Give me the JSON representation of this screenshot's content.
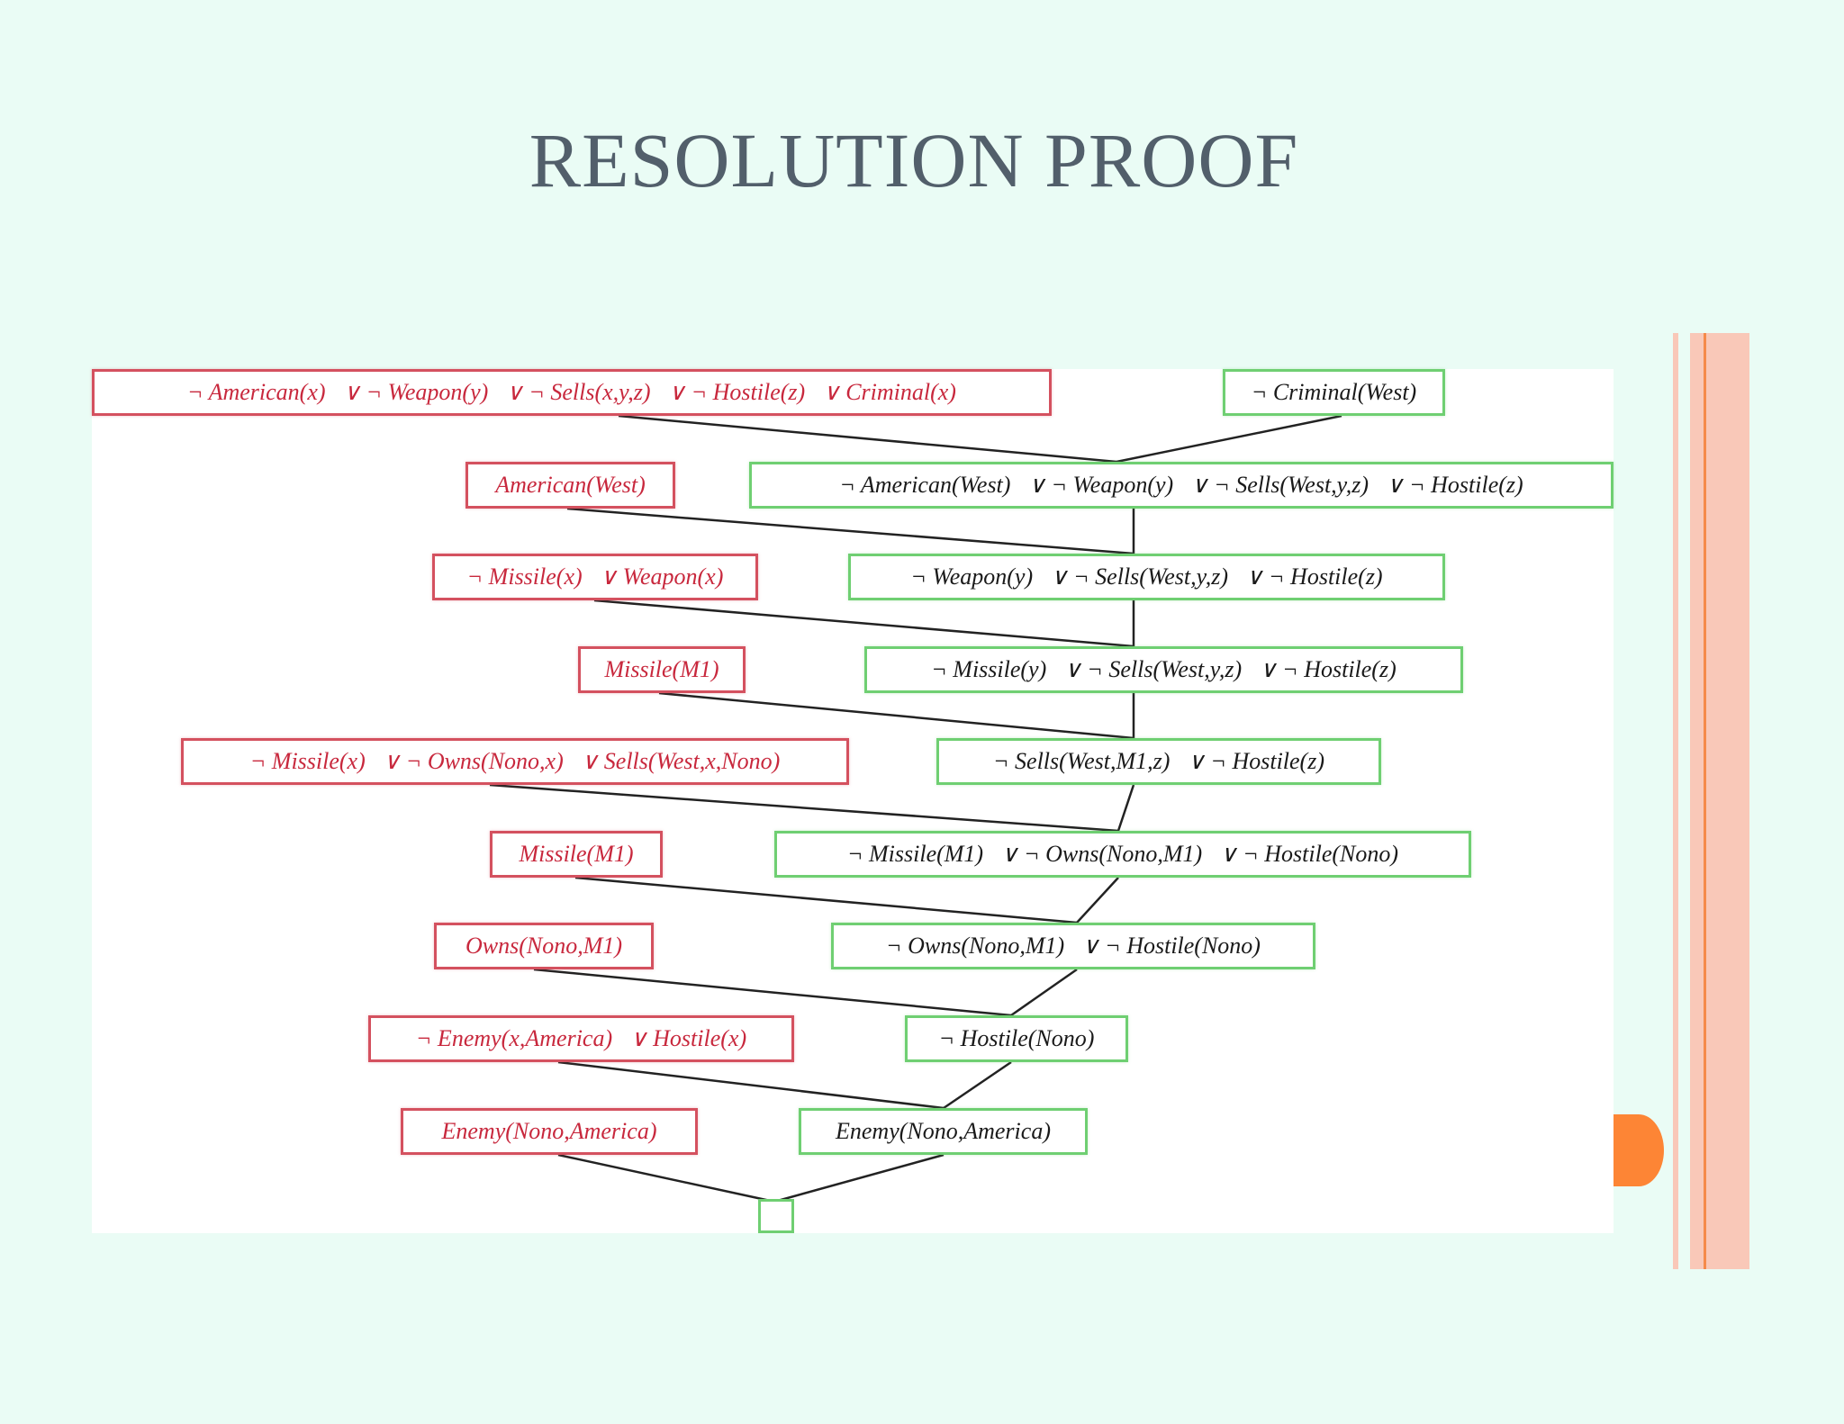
{
  "slide": {
    "title": "RESOLUTION PROOF",
    "colors": {
      "background": "#eafcf5",
      "title": "#525f6b",
      "given_clause_border": "#d4515f",
      "given_clause_text": "#c8283d",
      "derived_clause_border": "#6fcf72",
      "derived_clause_text": "#1a1a1a",
      "accent_orange": "#fd8535",
      "accent_peach": "#f9c8b8"
    }
  },
  "proof": {
    "given_clauses": [
      "¬ American(x)   ∨ ¬ Weapon(y)   ∨ ¬ Sells(x,y,z)   ∨ ¬ Hostile(z)   ∨ Criminal(x)",
      "American(West)",
      "¬ Missile(x)   ∨ Weapon(x)",
      "Missile(M1)",
      "¬ Missile(x)   ∨ ¬ Owns(Nono,x)   ∨ Sells(West,x,Nono)",
      "Missile(M1)",
      "Owns(Nono,M1)",
      "¬ Enemy(x,America)   ∨ Hostile(x)",
      "Enemy(Nono,America)"
    ],
    "derived_clauses": [
      "¬ Criminal(West)",
      "¬ American(West)   ∨ ¬ Weapon(y)   ∨ ¬ Sells(West,y,z)   ∨ ¬ Hostile(z)",
      "¬ Weapon(y)   ∨ ¬ Sells(West,y,z)   ∨ ¬ Hostile(z)",
      "¬ Missile(y)   ∨ ¬ Sells(West,y,z)   ∨ ¬ Hostile(z)",
      "¬ Sells(West,M1,z)   ∨ ¬ Hostile(z)",
      "¬ Missile(M1)   ∨ ¬ Owns(Nono,M1)   ∨ ¬ Hostile(Nono)",
      "¬ Owns(Nono,M1)   ∨ ¬ Hostile(Nono)",
      "¬ Hostile(Nono)",
      "Enemy(Nono,America)"
    ],
    "empty_clause": ""
  }
}
